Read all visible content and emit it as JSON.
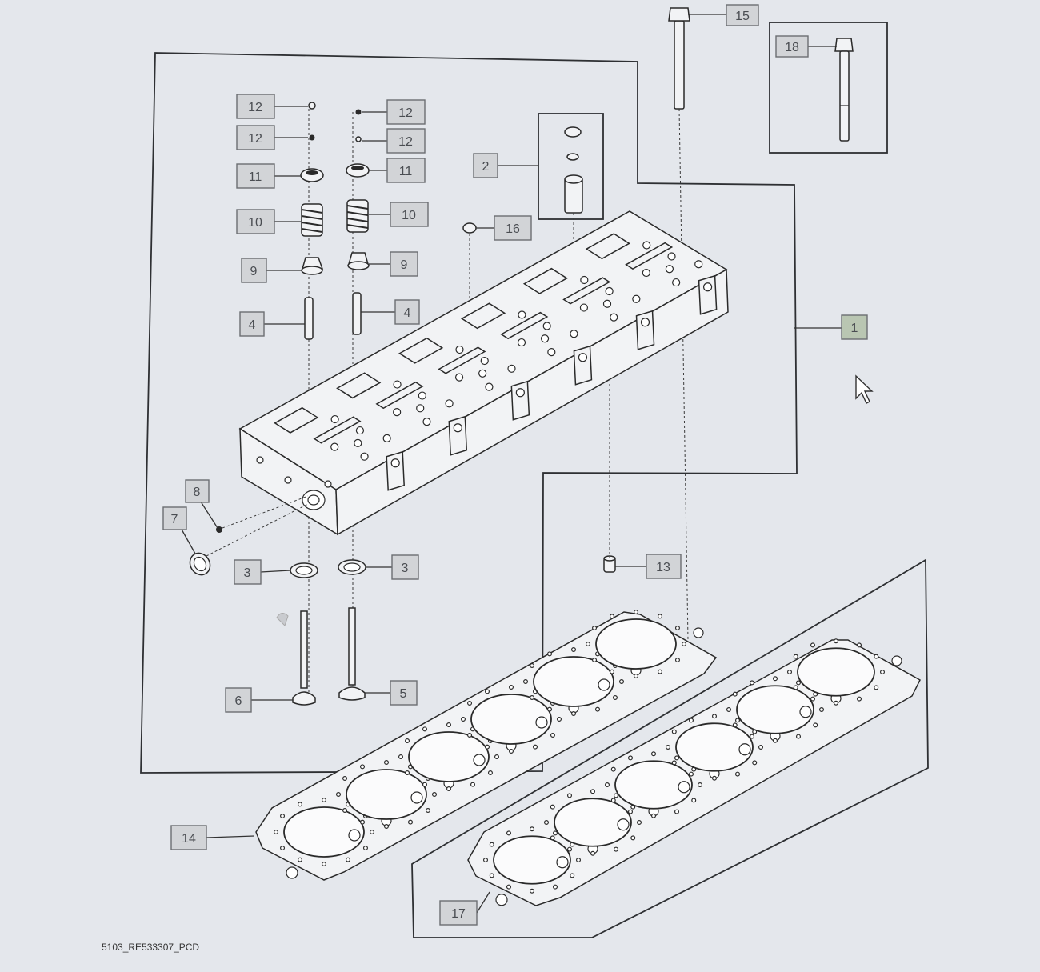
{
  "diagram": {
    "caption": "5103_RE533307_PCD",
    "callouts": [
      {
        "id": "c15",
        "label": "15"
      },
      {
        "id": "c18",
        "label": "18"
      },
      {
        "id": "c12a",
        "label": "12"
      },
      {
        "id": "c12b",
        "label": "12"
      },
      {
        "id": "c12c",
        "label": "12"
      },
      {
        "id": "c12d",
        "label": "12"
      },
      {
        "id": "c11a",
        "label": "11"
      },
      {
        "id": "c11b",
        "label": "11"
      },
      {
        "id": "c10a",
        "label": "10"
      },
      {
        "id": "c10b",
        "label": "10"
      },
      {
        "id": "c9a",
        "label": "9"
      },
      {
        "id": "c9b",
        "label": "9"
      },
      {
        "id": "c4a",
        "label": "4"
      },
      {
        "id": "c4b",
        "label": "4"
      },
      {
        "id": "c2",
        "label": "2"
      },
      {
        "id": "c16",
        "label": "16"
      },
      {
        "id": "c1",
        "label": "1"
      },
      {
        "id": "c8",
        "label": "8"
      },
      {
        "id": "c7",
        "label": "7"
      },
      {
        "id": "c3a",
        "label": "3"
      },
      {
        "id": "c3b",
        "label": "3"
      },
      {
        "id": "c13",
        "label": "13"
      },
      {
        "id": "c6",
        "label": "6"
      },
      {
        "id": "c5",
        "label": "5"
      },
      {
        "id": "c14",
        "label": "14"
      },
      {
        "id": "c17",
        "label": "17"
      }
    ]
  }
}
